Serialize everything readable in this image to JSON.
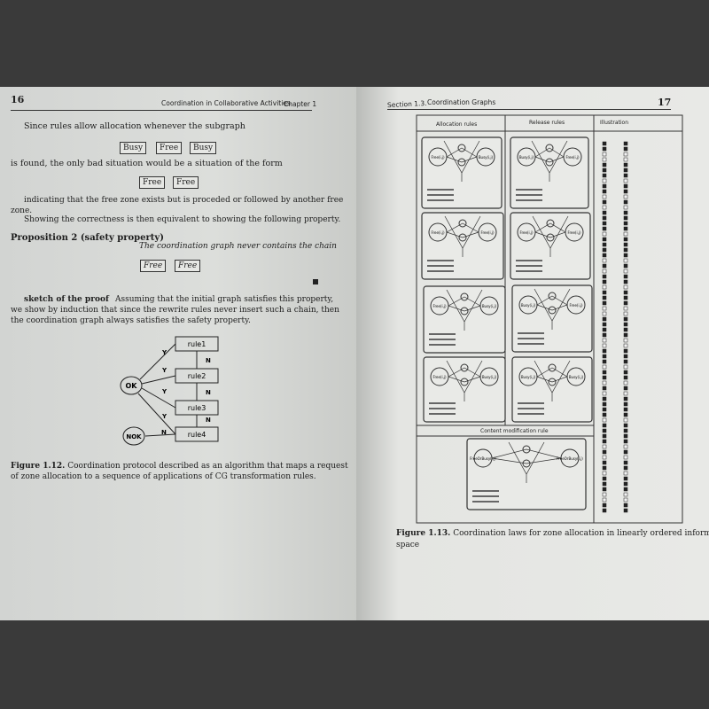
{
  "left_page": {
    "page_number": "16",
    "running_head": "Coordination in Collaborative Activities",
    "chapter": "Chapter 1",
    "p1": "Since rules allow allocation whenever the subgraph",
    "chain1": [
      "Busy",
      "Free",
      "Busy"
    ],
    "p2": "is found, the only bad situation would be a situation of the form",
    "chain2": [
      "Free",
      "Free"
    ],
    "p3a": "indicating that the free zone exists but is proceded or followed by another free",
    "p3b": "zone.",
    "p4": "Showing the correctness is then equivalent to showing the following property.",
    "prop_title": "Proposition 2 (safety property)",
    "prop_text": "The coordination graph never contains the chain",
    "chain3": [
      "Free",
      "Free"
    ],
    "proof_label": "sketch of the proof",
    "proof1": "Assuming that the initial graph satisfies this property,",
    "proof2": "we show by induction that since the rewrite rules never insert such a chain, then",
    "proof3": "the coordination graph always satisfies the safety property.",
    "flow": {
      "rules": [
        "rule1",
        "rule2",
        "rule3",
        "rule4"
      ],
      "ok": "OK",
      "nok": "NOK",
      "yes": "Y",
      "no": "N"
    },
    "caption_label": "Figure 1.12.",
    "caption1": "Coordination protocol described as an algorithm that maps a request",
    "caption2": "of zone allocation to a sequence of applications of CG transformation rules."
  },
  "right_page": {
    "section": "Section 1.3.",
    "running_head": "Coordination Graphs",
    "page_number": "17",
    "table_headers": [
      "Allocation rules",
      "Release rules",
      "Illustration"
    ],
    "content_mod_header": "Content modification rule",
    "nodes": {
      "free": "Free(i,j)",
      "busy": "Busy(i,j)",
      "fob": "FreeOrBusy(i,j)"
    },
    "caption_label": "Figure 1.13.",
    "caption1": "Coordination laws for zone allocation in linearly ordered information",
    "caption2": "space"
  }
}
